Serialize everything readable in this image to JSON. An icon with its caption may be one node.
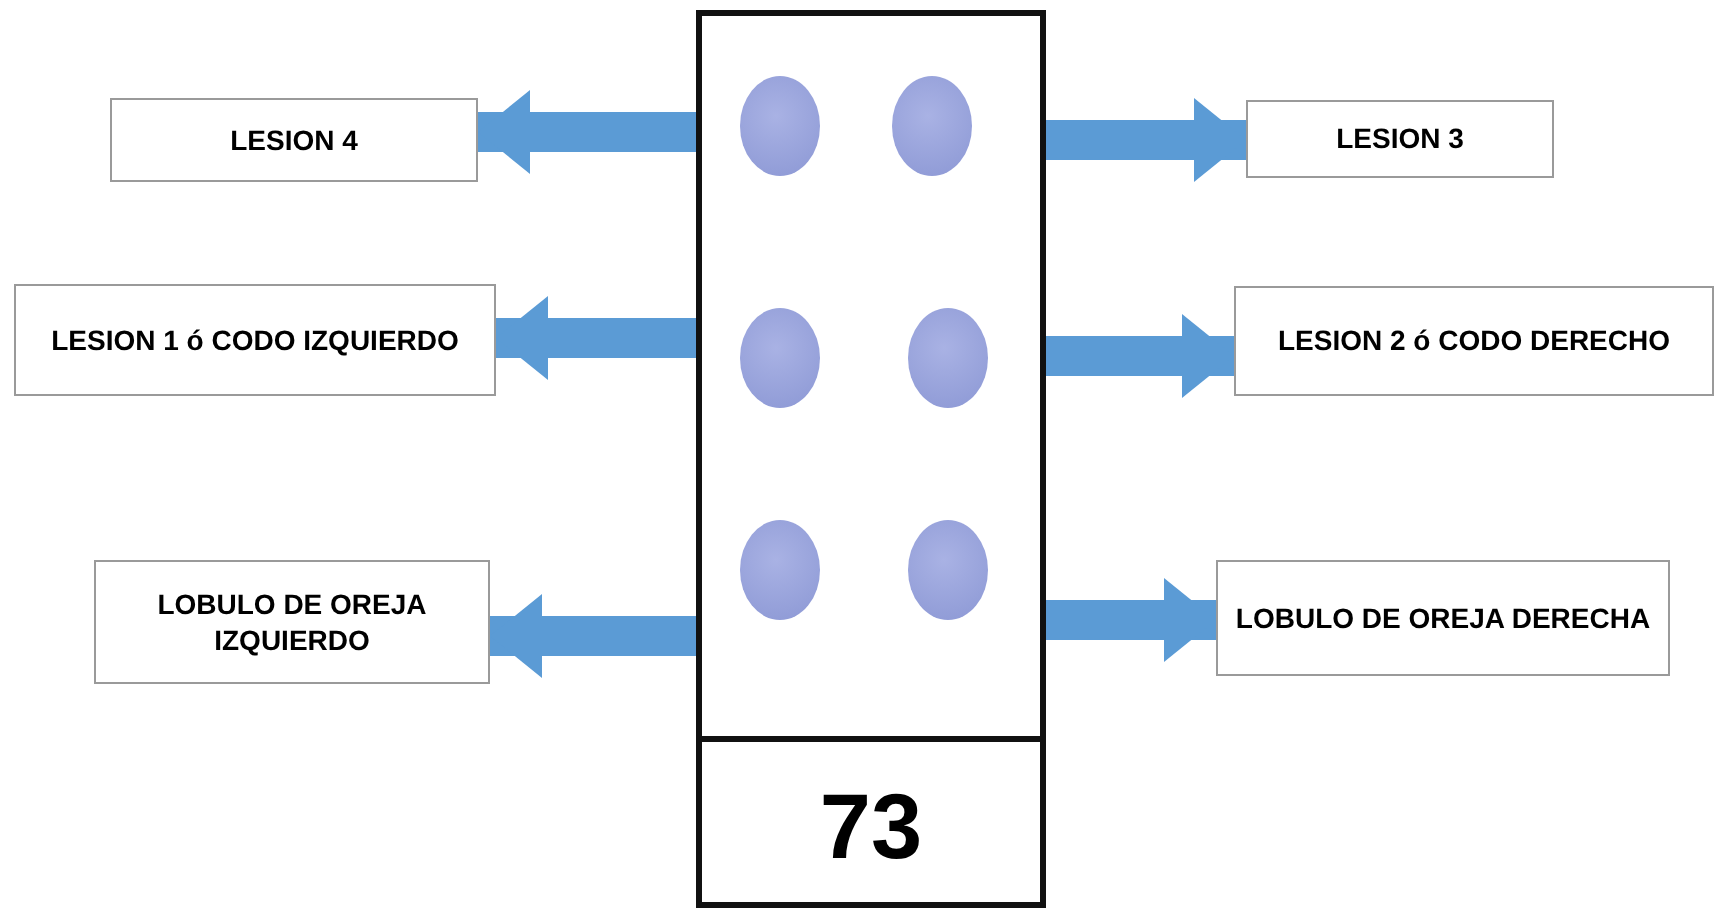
{
  "diagram": {
    "nodes": [
      {
        "text": [],
        "shape": "box"
      },
      {
        "text": [],
        "shape": "circle",
        "in": 0
      },
      {
        "text": [],
        "shape": "circle",
        "in": 0
      },
      {
        "text": [],
        "shape": "circle",
        "in": 0
      },
      {
        "text": [],
        "shape": "circle",
        "in": 0
      },
      {
        "text": [],
        "shape": "circle",
        "in": 0
      },
      {
        "text": [],
        "shape": "circle",
        "in": 0
      },
      {
        "text": [
          "73"
        ],
        "in": 0
      },
      {
        "text": [
          "LESION 4"
        ]
      },
      {
        "text": [
          "LESION 3"
        ]
      },
      {
        "text": [
          "LESION 1 ó  CODO IZQUIERDO"
        ]
      },
      {
        "text": [
          "LESION 2 ó  CODO DERECHO"
        ]
      },
      {
        "text": [
          "LOBULO DE OREJA IZQUIERDO"
        ]
      },
      {
        "text": [
          "LOBULO DE OREJA DERECHA"
        ]
      }
    ],
    "edges": [
      {
        "from": 0,
        "to": 8,
        "arrow": "to"
      },
      {
        "from": 0,
        "to": 9,
        "arrow": "to"
      },
      {
        "from": 0,
        "to": 10,
        "arrow": "to"
      },
      {
        "from": 0,
        "to": 11,
        "arrow": "to"
      },
      {
        "from": 0,
        "to": 12,
        "arrow": "to"
      },
      {
        "from": 0,
        "to": 13,
        "arrow": "to"
      }
    ]
  }
}
